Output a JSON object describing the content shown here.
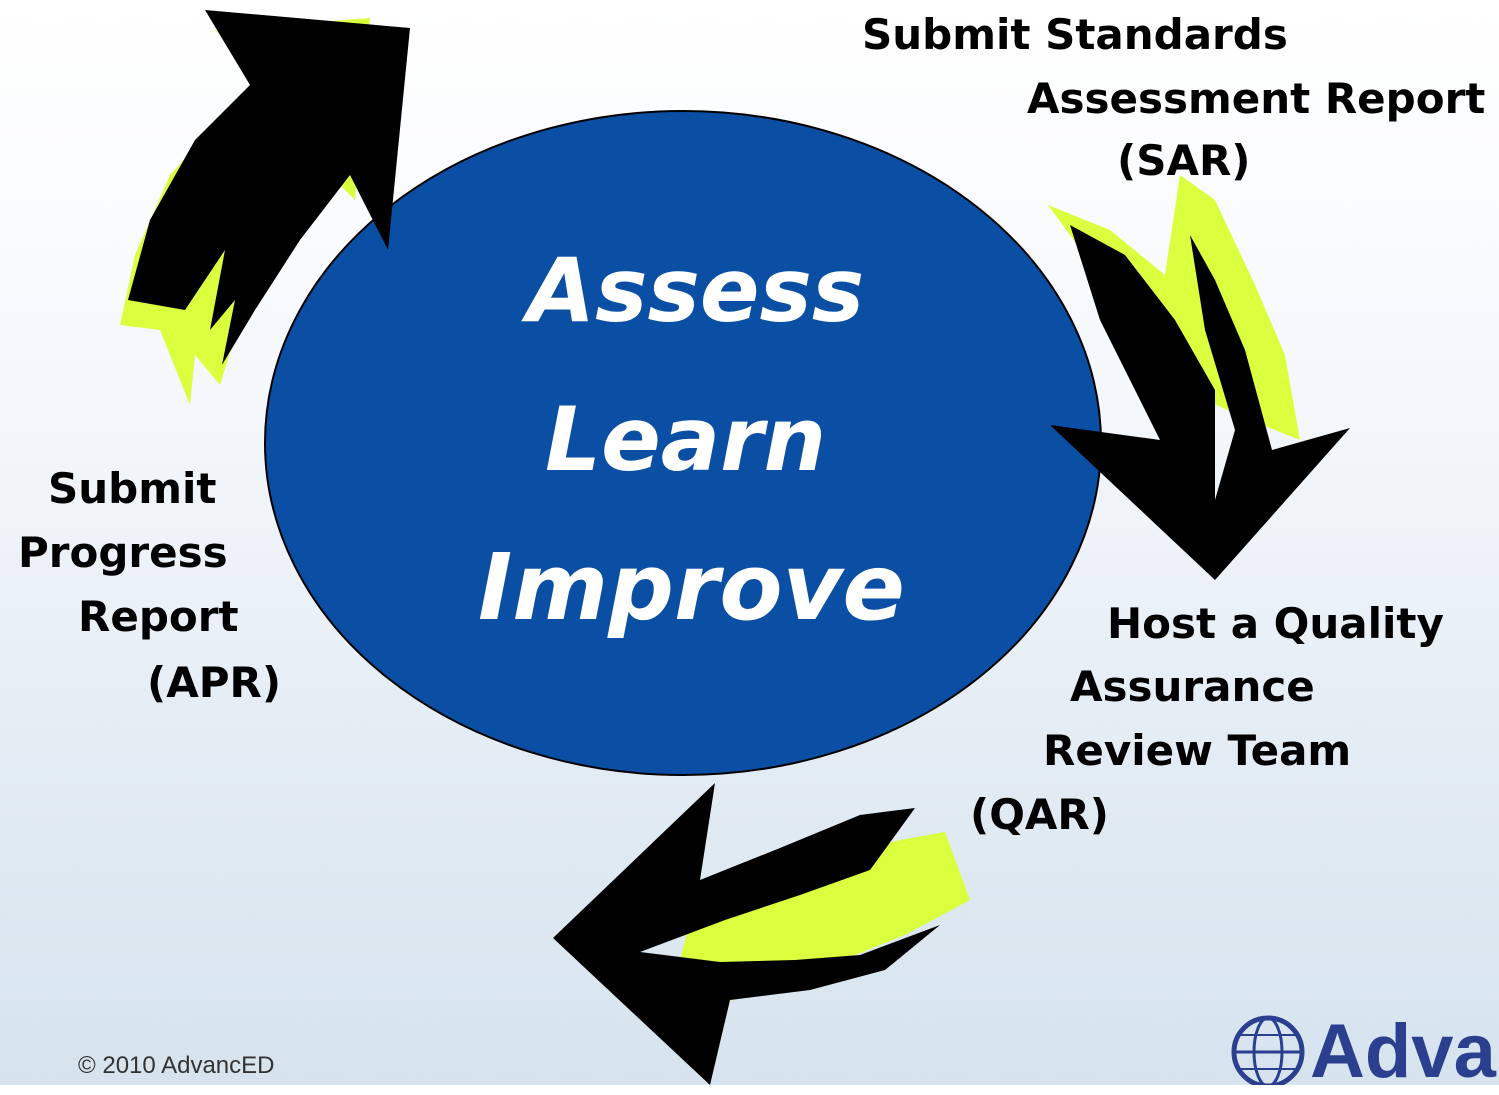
{
  "center": {
    "line1": "Assess",
    "line2": "Learn",
    "line3": "Improve"
  },
  "labels": {
    "sar": [
      "Submit Standards",
      "Assessment Report",
      "(SAR)"
    ],
    "qar": [
      "Host a Quality",
      "Assurance",
      "Review Team",
      "(QAR)"
    ],
    "apr": [
      "Submit",
      "Progress",
      "Report",
      "(APR)"
    ]
  },
  "footer": {
    "copyright": "© 2010 AdvancED",
    "logo_text": "Advan"
  },
  "colors": {
    "circle_fill": "#0a4fa3",
    "arrow_fill": "#000000",
    "arrow_shadow": "#d9ff3e"
  }
}
